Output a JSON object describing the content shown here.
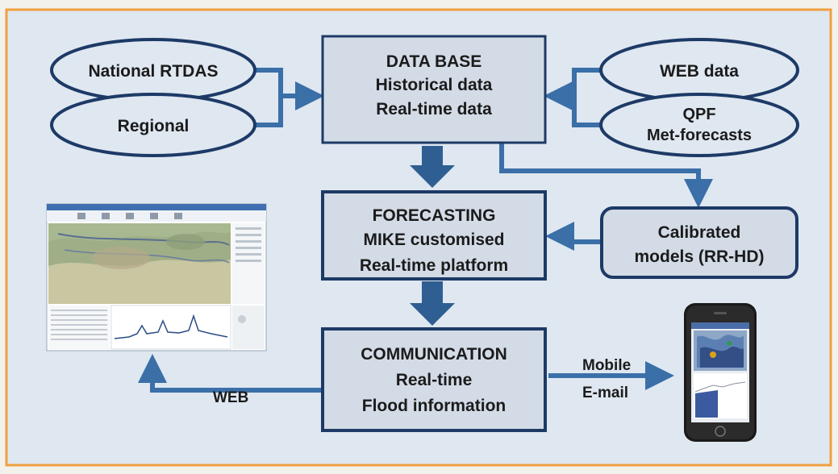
{
  "colors": {
    "panel_bg": "#dfe7f1",
    "frame": "#f0a040",
    "box_fill": "#d3dbe6",
    "outline": "#1d3a66",
    "arrow": "#3a6fa8",
    "big_arrow": "#2f5e92"
  },
  "sources_left": {
    "national": "National RTDAS",
    "regional": "Regional"
  },
  "sources_right": {
    "web": "WEB data",
    "qpf_line1": "QPF",
    "qpf_line2": "Met-forecasts"
  },
  "database": {
    "line1": "DATA BASE",
    "line2": "Historical data",
    "line3": "Real-time data"
  },
  "forecasting": {
    "line1": "FORECASTING",
    "line2": "MIKE customised",
    "line3": "Real-time platform"
  },
  "models": {
    "line1": "Calibrated",
    "line2": "models (RR-HD)"
  },
  "communication": {
    "line1": "COMMUNICATION",
    "line2": "Real-time",
    "line3": "Flood information"
  },
  "outputs": {
    "web_label": "WEB",
    "mobile_label": "Mobile",
    "email_label": "E-mail"
  },
  "icons": {
    "web_screenshot": "desktop-forecast-map-screenshot",
    "mobile_phone": "smartphone-flood-app-icon"
  }
}
